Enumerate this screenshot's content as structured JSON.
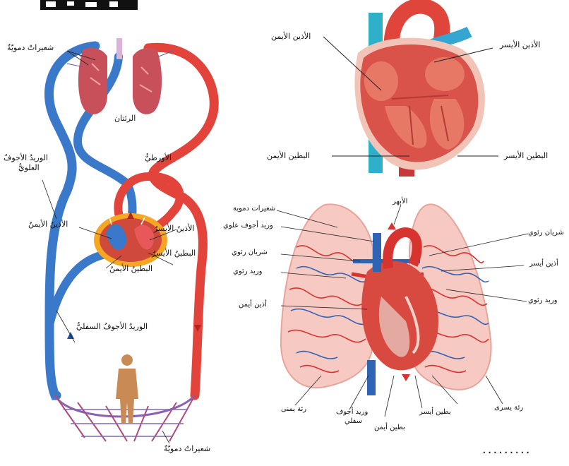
{
  "corner_logo": {
    "icon": "black-logo-fragment"
  },
  "circulation_panel": {
    "labels": {
      "capillaries_top": "شعيراتٌ دمويّةٌ",
      "lungs": "الرئتان",
      "aorta": "الأورطيُّ",
      "superior_vena_cava_line1": "الوريدُ الأجوفُ",
      "superior_vena_cava_line2": "العلويُّ",
      "right_atrium": "الأذينُ الأيمنُ",
      "left_atrium": "الأذينُ الأيسرُ",
      "right_ventricle": "البطينُ الأيمنُ",
      "left_ventricle": "البطينُ الأيسرُ",
      "inferior_vena_cava": "الوريدُ الأجوفُ السفليُّ",
      "capillaries_bottom": "شعيراتٌ دمويّةٌ"
    },
    "colors": {
      "oxygenated": "#e2433a",
      "deoxygenated": "#3a78c9",
      "tissue": "#c8485a"
    }
  },
  "heart_panel": {
    "labels": {
      "right_atrium": "الأذين الأيمن",
      "left_atrium": "الأذين الأيسر",
      "right_ventricle": "البطين الأيمن",
      "left_ventricle": "البطين الأيسر"
    },
    "colors": {
      "muscle": "#d9534a",
      "aorta": "#e0453c",
      "vena": "#2fb0c9",
      "pericardium": "#f2c4b8"
    }
  },
  "lungs_panel": {
    "labels": {
      "aorta": "الأبهر",
      "capillaries": "شعيرات دموية",
      "superior_vena_cava": "وريد أجوف علوي",
      "pulmonary_artery_left": "شريان رئوي",
      "pulmonary_vein_left": "وريد رئوي",
      "right_atrium": "أذين أيمن",
      "pulmonary_artery_right": "شريان رئوي",
      "left_atrium": "أذين أيسر",
      "pulmonary_vein_right": "وريد رئوي",
      "right_lung": "رئة يمنى",
      "inferior_vena_cava_line1": "وريد أجوف",
      "inferior_vena_cava_line2": "سفلي",
      "right_ventricle": "بطين أيمن",
      "left_ventricle": "بطين أيسر",
      "left_lung": "رئة يسرى"
    },
    "colors": {
      "lung_fill": "#f6c9c2",
      "artery": "#d8342f",
      "vein": "#2f64b5"
    }
  },
  "footer": {
    "dots": "........."
  }
}
